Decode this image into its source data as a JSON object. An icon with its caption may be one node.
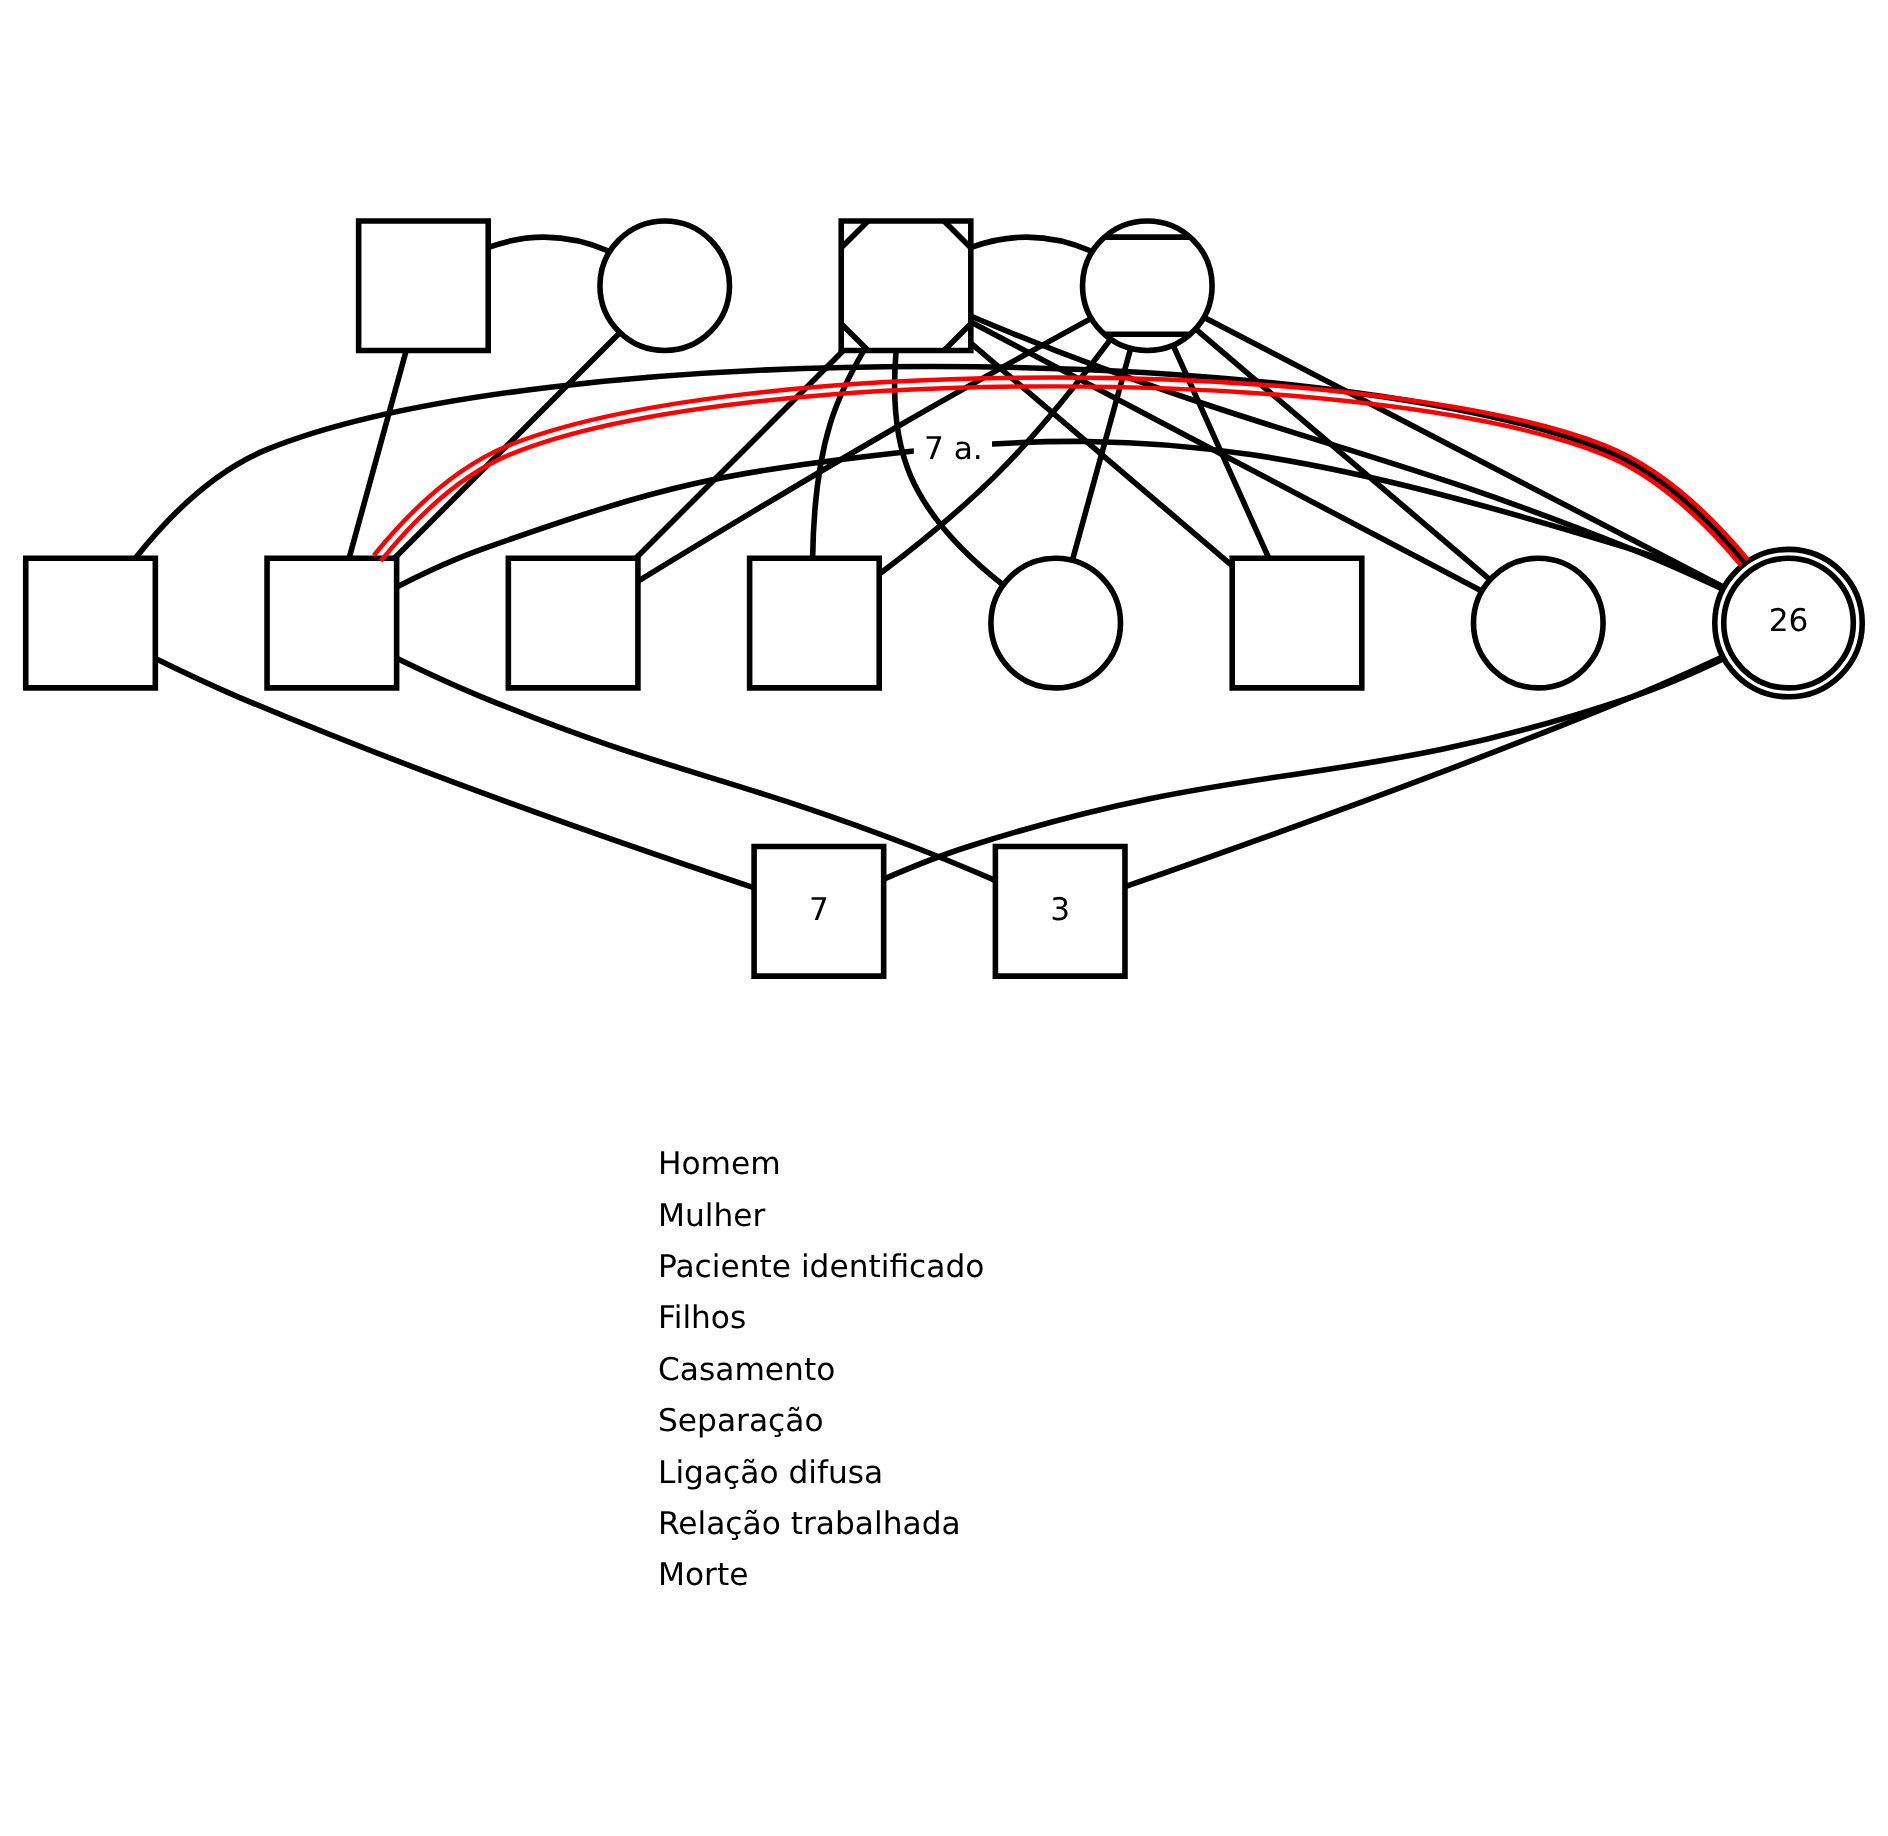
{
  "diagram": {
    "nodes": [
      {
        "text": [],
        "shape": "box"
      },
      {
        "text": [],
        "shape": "circle"
      },
      {
        "text": [],
        "shape": "box"
      },
      {
        "text": [],
        "shape": "circle"
      },
      {
        "text": [],
        "shape": "box"
      },
      {
        "text": [],
        "shape": "box"
      },
      {
        "text": [],
        "shape": "box"
      },
      {
        "text": [],
        "shape": "box"
      },
      {
        "text": [],
        "shape": "circle"
      },
      {
        "text": [],
        "shape": "box"
      },
      {
        "text": [],
        "shape": "circle"
      },
      {
        "text": [
          "26"
        ]
      },
      {
        "text": [
          "7"
        ]
      },
      {
        "text": [
          "3"
        ]
      }
    ],
    "edges": [
      {
        "from": 0,
        "to": 1,
        "arrow": "none"
      },
      {
        "from": 2,
        "to": 3,
        "arrow": "none"
      },
      {
        "from": 0,
        "to": 5,
        "arrow": "none"
      },
      {
        "from": 1,
        "to": 5,
        "arrow": "none"
      },
      {
        "from": 2,
        "to": 6,
        "arrow": "none"
      },
      {
        "from": 3,
        "to": 6,
        "arrow": "none"
      },
      {
        "from": 2,
        "to": 7,
        "arrow": "none"
      },
      {
        "from": 3,
        "to": 7,
        "arrow": "none"
      },
      {
        "from": 2,
        "to": 8,
        "arrow": "none"
      },
      {
        "from": 3,
        "to": 8,
        "arrow": "none"
      },
      {
        "from": 2,
        "to": 9,
        "arrow": "none"
      },
      {
        "from": 3,
        "to": 9,
        "arrow": "none"
      },
      {
        "from": 2,
        "to": 10,
        "arrow": "none"
      },
      {
        "from": 3,
        "to": 10,
        "arrow": "none"
      },
      {
        "from": 2,
        "to": 11,
        "arrow": "none"
      },
      {
        "from": 3,
        "to": 11,
        "arrow": "none"
      },
      {
        "from": 4,
        "to": 11,
        "arrow": "none"
      },
      {
        "from": 5,
        "to": 11,
        "arrow": "none",
        "label": "7 a."
      },
      {
        "from": 5,
        "to": 11,
        "arrow": "none",
        "color": "#ff0000"
      },
      {
        "from": 4,
        "to": 12,
        "arrow": "none"
      },
      {
        "from": 11,
        "to": 12,
        "arrow": "none"
      },
      {
        "from": 5,
        "to": 13,
        "arrow": "none"
      },
      {
        "from": 11,
        "to": 13,
        "arrow": "none"
      }
    ],
    "legend": [
      {
        "text": "Homem"
      },
      {
        "text": "Mulher"
      },
      {
        "text": "Paciente identificado"
      },
      {
        "text": "Filhos"
      },
      {
        "text": "Casamento"
      },
      {
        "text": "Separação"
      },
      {
        "text": "Ligação difusa"
      },
      {
        "text": "Relação trabalhada"
      },
      {
        "text": "Morte"
      }
    ]
  }
}
